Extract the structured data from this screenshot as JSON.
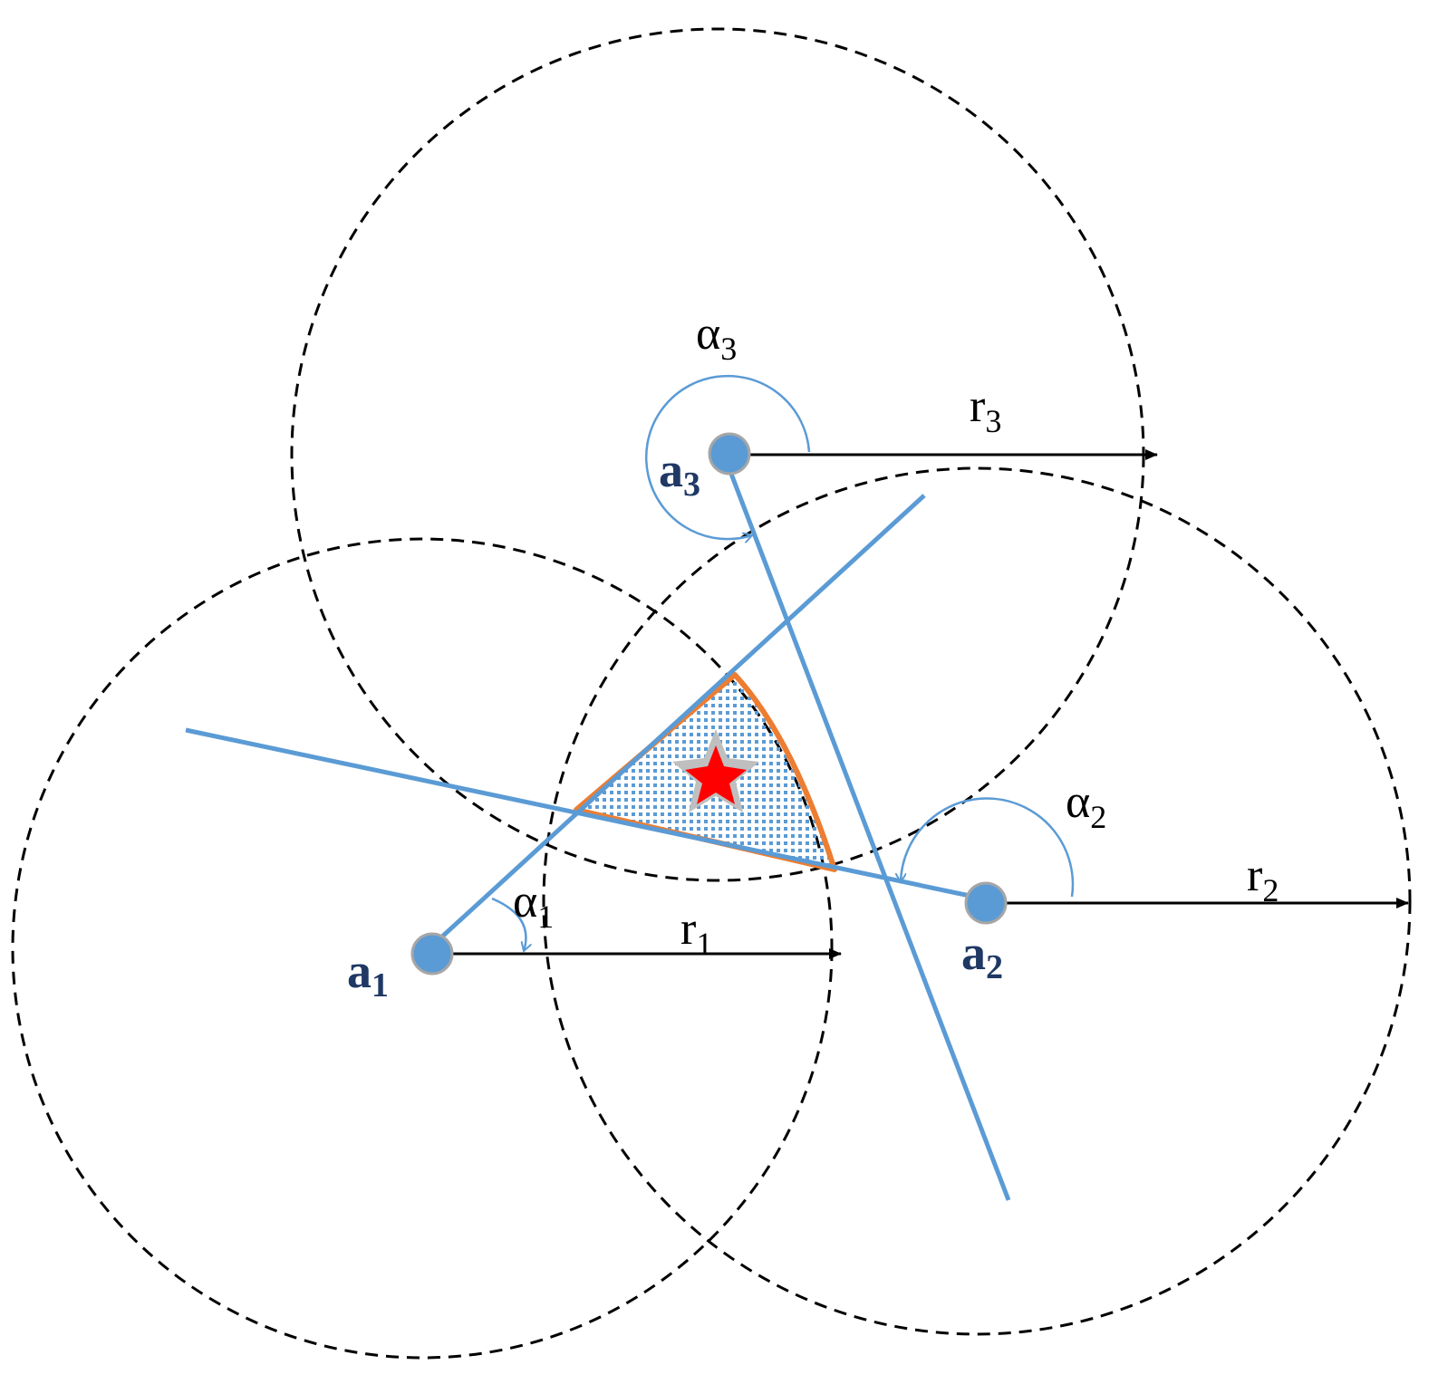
{
  "colors": {
    "circle_stroke": "#000000",
    "line": "#5b9bd5",
    "region_outline": "#ed7d31",
    "region_fill": "#5b9bd5",
    "node_fill": "#5b9bd5",
    "node_stroke": "#a6a6a6",
    "node_label": "#1f3864",
    "target_star": "#ff0000",
    "target_star_halo": "#bfbfbf",
    "arrow": "#000000",
    "text": "#000000"
  },
  "nodes": [
    {
      "id": "a1",
      "label": "a",
      "sub": "1"
    },
    {
      "id": "a2",
      "label": "a",
      "sub": "2"
    },
    {
      "id": "a3",
      "label": "a",
      "sub": "3"
    }
  ],
  "radii": [
    {
      "label": "r",
      "sub": "1"
    },
    {
      "label": "r",
      "sub": "2"
    },
    {
      "label": "r",
      "sub": "3"
    }
  ],
  "angles": [
    {
      "label": "α",
      "sub": "1"
    },
    {
      "label": "α",
      "sub": "2"
    },
    {
      "label": "α",
      "sub": "3"
    }
  ],
  "target_icon": "red-star-icon",
  "region": "shaded-intersection-region"
}
